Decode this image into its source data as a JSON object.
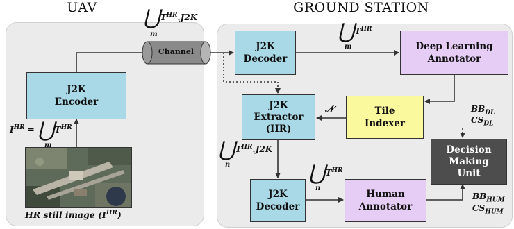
{
  "titles": {
    "uav": "UAV",
    "ground": "GROUND STATION"
  },
  "boxes": {
    "encoder": [
      "J2K",
      "Encoder"
    ],
    "decoder_top": [
      "J2K",
      "Decoder"
    ],
    "annotator_dl": [
      "Deep Learning",
      "Annotator"
    ],
    "extractor": [
      "J2K",
      "Extractor",
      "(HR)"
    ],
    "tile_indexer": [
      "Tile",
      "Indexer"
    ],
    "decision": [
      "Decision",
      "Making",
      "Unit"
    ],
    "decoder_bottom": [
      "J2K",
      "Decoder"
    ],
    "human": [
      "Human",
      "Annotator"
    ]
  },
  "channel": "Channel",
  "labels": {
    "union": "⋃",
    "top_channel_expr": ".J2K",
    "mid_expr": ".J2K",
    "n_symbol": "𝒩",
    "bb_dl": "BB",
    "cs_dl": "CS",
    "bb_hum": "BB",
    "cs_hum": "CS",
    "sub_dl": "DL",
    "sub_hum": "HUM",
    "idx_m": "m",
    "idx_n": "n",
    "T": "T",
    "HR": "HR",
    "I": "I",
    "equals": "=",
    "caption_text": "HR still image (",
    "caption_close": ")"
  },
  "colors": {
    "blue_box": "#a9d8e6",
    "violet_box": "#e6cdf6",
    "yellow_box": "#fbf99e",
    "dark_box": "#4d4d4d",
    "panel": "#ebebeb"
  }
}
